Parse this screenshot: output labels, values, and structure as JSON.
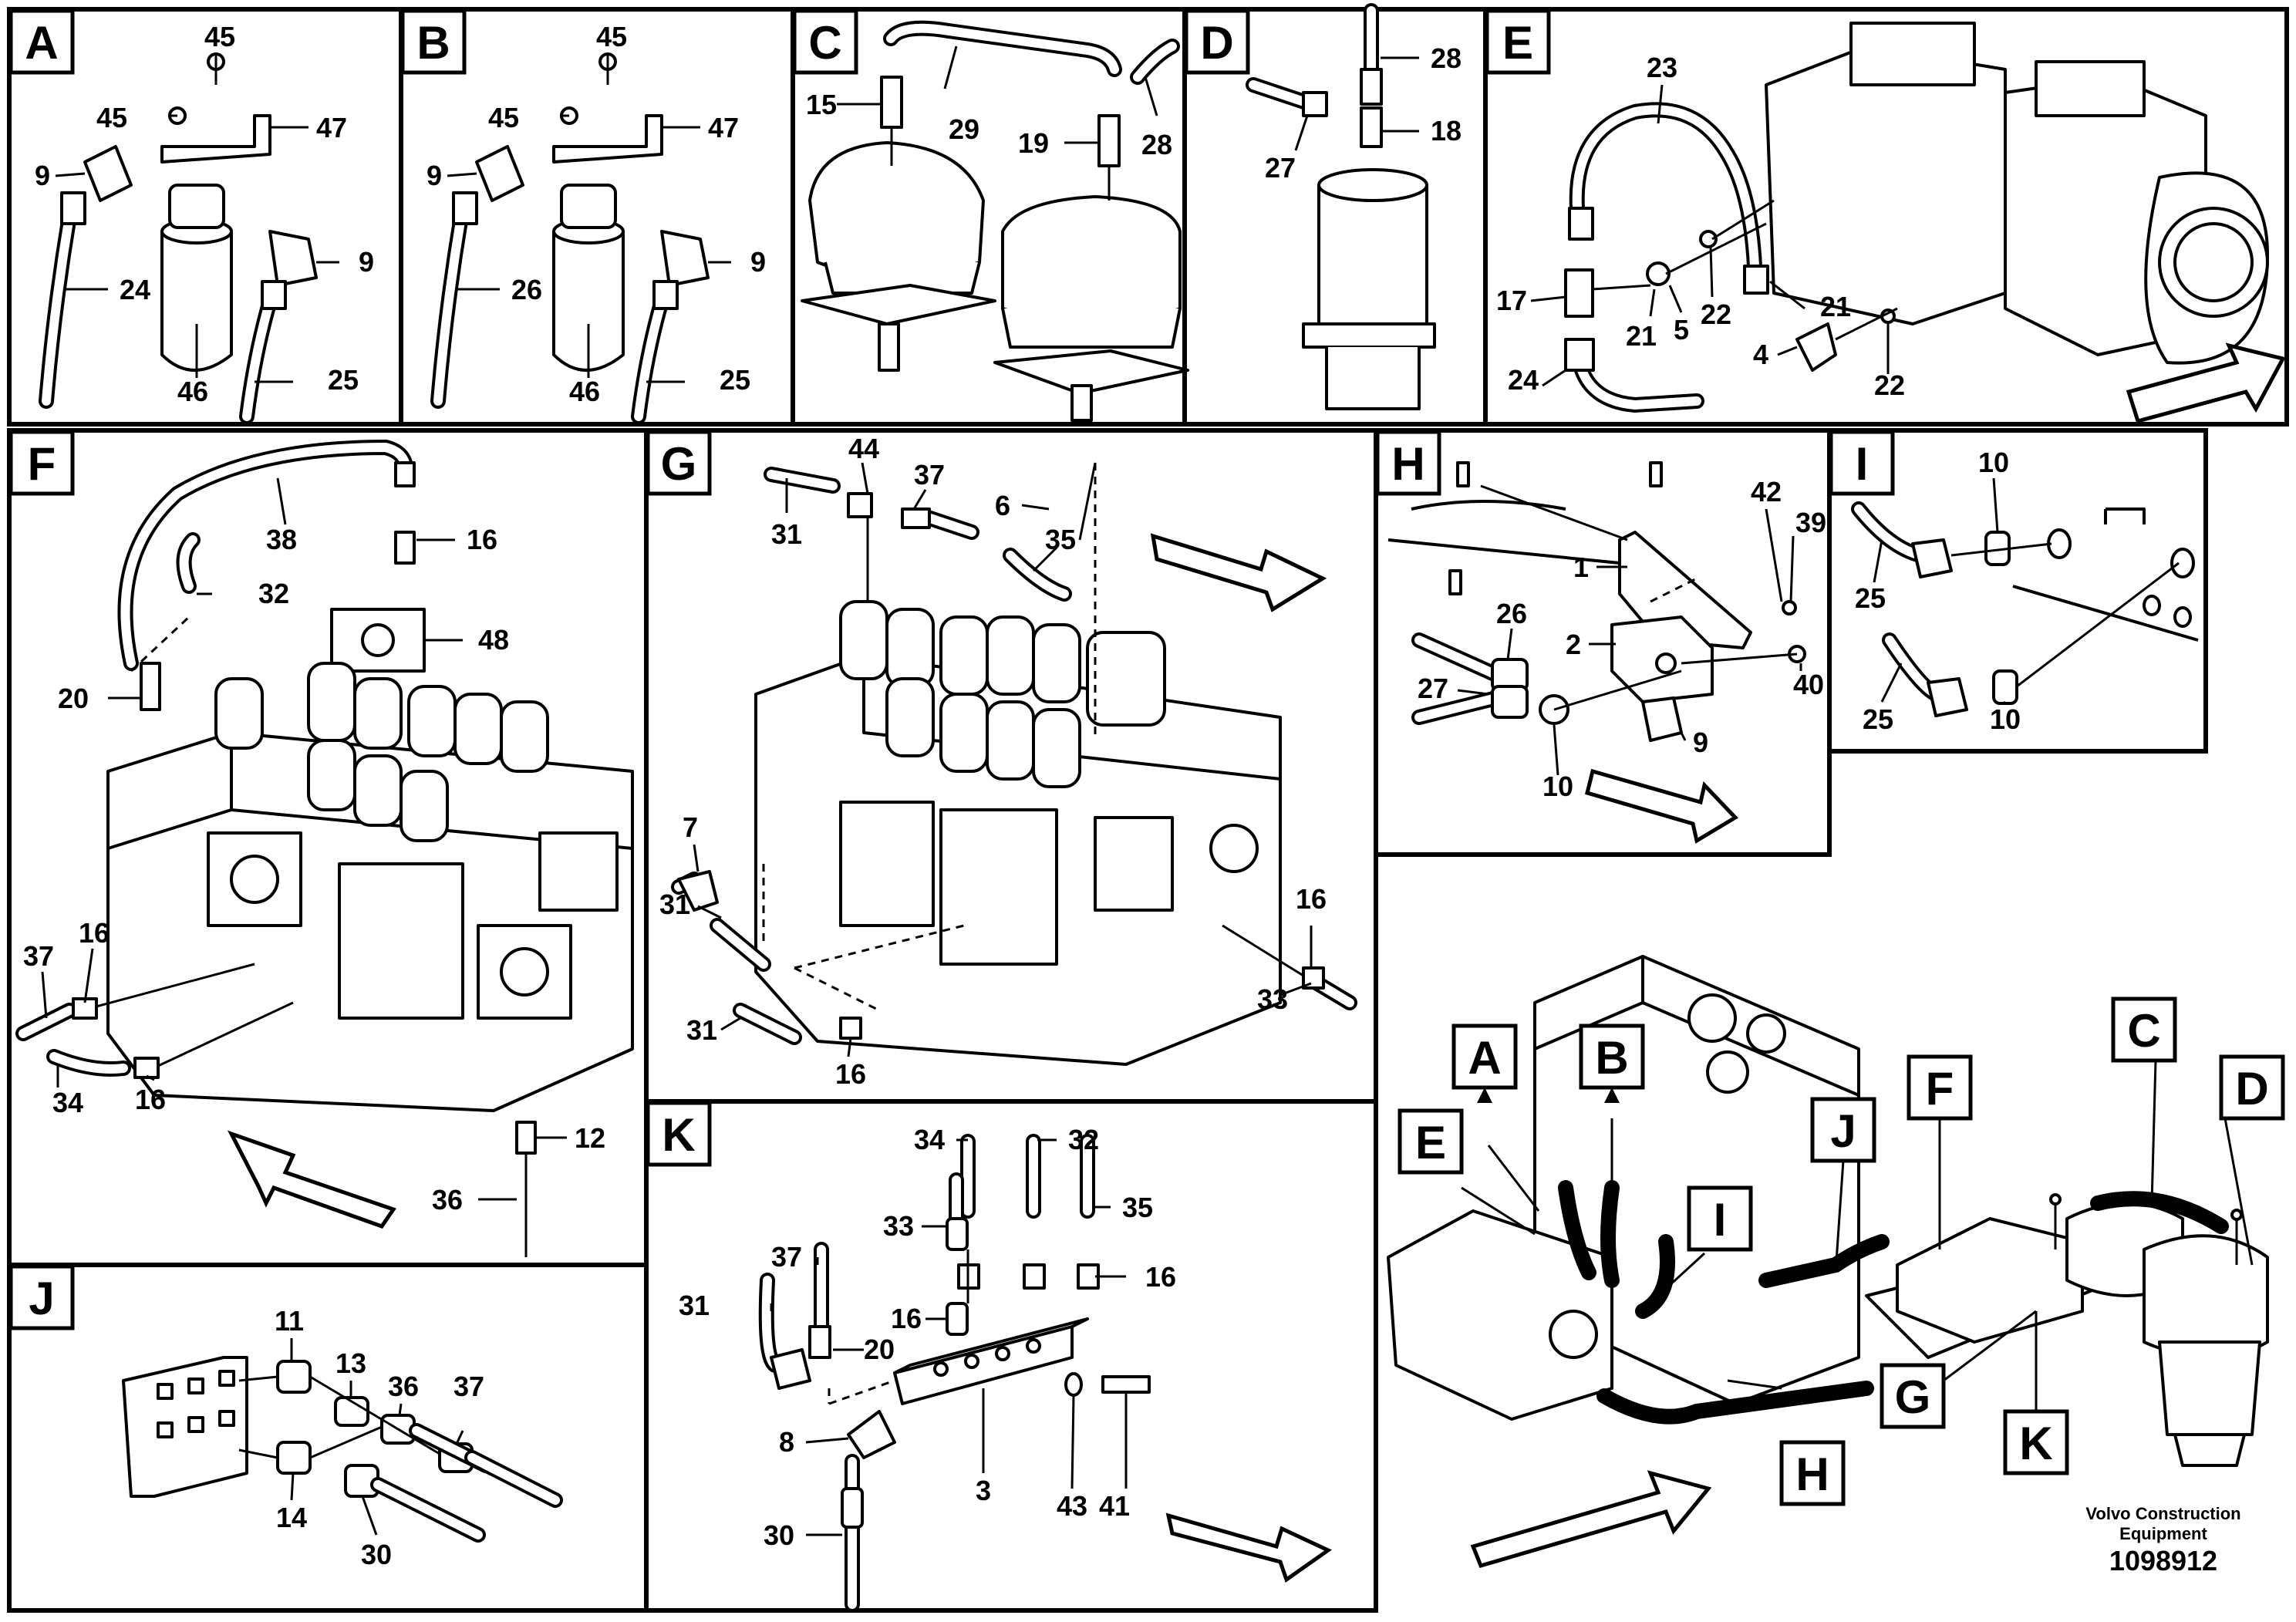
{
  "panels": {
    "A": {
      "letter": "A",
      "labels": [
        "45",
        "45",
        "47",
        "9",
        "9",
        "24",
        "46",
        "25"
      ]
    },
    "B": {
      "letter": "B",
      "labels": [
        "45",
        "45",
        "47",
        "9",
        "9",
        "26",
        "46",
        "25"
      ]
    },
    "C": {
      "letter": "C",
      "labels": [
        "15",
        "29",
        "19",
        "28"
      ]
    },
    "D": {
      "letter": "D",
      "labels": [
        "28",
        "27",
        "18"
      ]
    },
    "E": {
      "letter": "E",
      "labels": [
        "23",
        "17",
        "21",
        "5",
        "22",
        "21",
        "4",
        "22",
        "24"
      ]
    },
    "F": {
      "letter": "F",
      "labels": [
        "38",
        "16",
        "32",
        "48",
        "20",
        "37",
        "16",
        "34",
        "16",
        "12",
        "36"
      ]
    },
    "G": {
      "letter": "G",
      "labels": [
        "44",
        "37",
        "31",
        "6",
        "35",
        "7",
        "31",
        "16",
        "33",
        "31",
        "16"
      ]
    },
    "H": {
      "letter": "H",
      "labels": [
        "42",
        "39",
        "1",
        "26",
        "2",
        "40",
        "27",
        "9",
        "10"
      ]
    },
    "I": {
      "letter": "I",
      "labels": [
        "10",
        "25",
        "25",
        "10"
      ]
    },
    "J": {
      "letter": "J",
      "labels": [
        "11",
        "13",
        "36",
        "37",
        "14",
        "30"
      ]
    },
    "K": {
      "letter": "K",
      "labels": [
        "34",
        "32",
        "33",
        "35",
        "37",
        "16",
        "31",
        "16",
        "20",
        "8",
        "3",
        "43",
        "41",
        "30"
      ]
    }
  },
  "overview": {
    "callouts": [
      "A",
      "B",
      "C",
      "D",
      "E",
      "F",
      "G",
      "H",
      "I",
      "J",
      "K"
    ]
  },
  "footer": {
    "brand_line1": "Volvo Construction",
    "brand_line2": "Equipment",
    "doc_number": "1098912"
  },
  "icons": [
    "flow-arrow-icon"
  ]
}
